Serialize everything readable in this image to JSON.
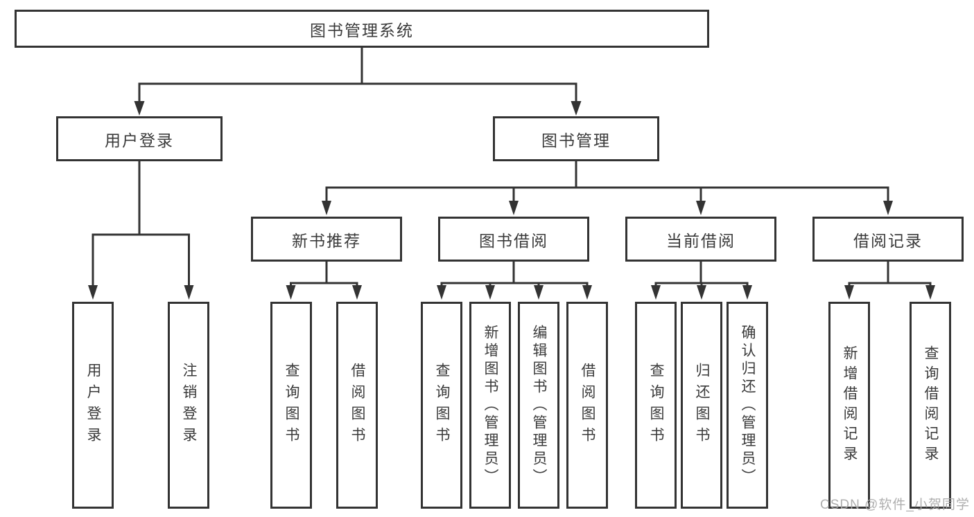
{
  "diagram": {
    "root": {
      "label": "图书管理系统"
    },
    "level2": [
      {
        "label": "用户登录"
      },
      {
        "label": "图书管理"
      }
    ],
    "level3": [
      {
        "label": "新书推荐",
        "parent": "图书管理"
      },
      {
        "label": "图书借阅",
        "parent": "图书管理"
      },
      {
        "label": "当前借阅",
        "parent": "图书管理"
      },
      {
        "label": "借阅记录",
        "parent": "图书管理"
      }
    ],
    "leaves": [
      {
        "label": "用户登录",
        "parent": "用户登录"
      },
      {
        "label": "注销登录",
        "parent": "用户登录"
      },
      {
        "label": "查询图书",
        "parent": "新书推荐"
      },
      {
        "label": "借阅图书",
        "parent": "新书推荐"
      },
      {
        "label": "查询图书",
        "parent": "图书借阅"
      },
      {
        "label": "新增图书（管理员）",
        "parent": "图书借阅"
      },
      {
        "label": "编辑图书（管理员）",
        "parent": "图书借阅"
      },
      {
        "label": "借阅图书",
        "parent": "图书借阅"
      },
      {
        "label": "查询图书",
        "parent": "当前借阅"
      },
      {
        "label": "归还图书",
        "parent": "当前借阅"
      },
      {
        "label": "确认归还（管理员）",
        "parent": "当前借阅"
      },
      {
        "label": "新增借阅记录",
        "parent": "借阅记录"
      },
      {
        "label": "查询借阅记录",
        "parent": "借阅记录"
      }
    ],
    "watermark": "CSDN @软件_小贺同学",
    "colors": {
      "line": "#333333",
      "text": "#3a3a3a",
      "background": "#ffffff",
      "watermark": "#a8a8a8"
    }
  }
}
